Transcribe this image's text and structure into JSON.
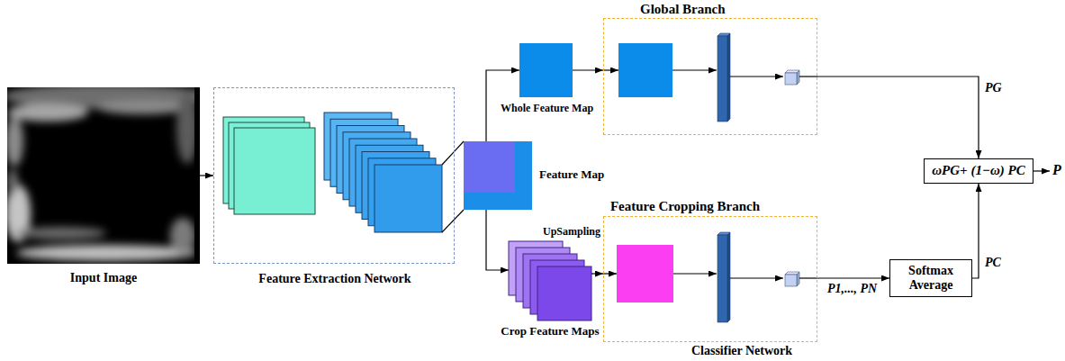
{
  "diagram": {
    "nodes": [
      {
        "text": [
          "Input Image"
        ]
      },
      {
        "text": [
          "Feature Extraction Network"
        ]
      },
      {
        "text": [
          "Feature Map"
        ]
      },
      {
        "text": [
          "Whole Feature Map"
        ]
      },
      {
        "text": [
          "Global Branch"
        ]
      },
      {
        "text": [
          "Crop Feature Maps"
        ]
      },
      {
        "text": [
          "Feature Cropping Branch",
          "Classifier Network"
        ]
      },
      {
        "text": [
          "Softmax Average"
        ]
      },
      {
        "text": [
          "ωPG+ (1−ω) PC"
        ]
      }
    ],
    "edges": [
      {
        "from": 0,
        "to": 1,
        "arrow": "to"
      },
      {
        "from": 1,
        "to": 2,
        "arrow": "none"
      },
      {
        "from": 2,
        "to": 3,
        "arrow": "to"
      },
      {
        "from": 2,
        "to": 5,
        "arrow": "to"
      },
      {
        "from": 3,
        "to": 4,
        "arrow": "to"
      },
      {
        "from": 4,
        "to": 8,
        "label": "PG",
        "arrow": "to"
      },
      {
        "from": 5,
        "to": 6,
        "arrow": "to"
      },
      {
        "from": 6,
        "to": 7,
        "label": "P1,..., PN",
        "arrow": "to"
      },
      {
        "from": 7,
        "to": 8,
        "label": "PC",
        "arrow": "to"
      }
    ],
    "labels": [
      "UpSampling",
      "P"
    ]
  }
}
